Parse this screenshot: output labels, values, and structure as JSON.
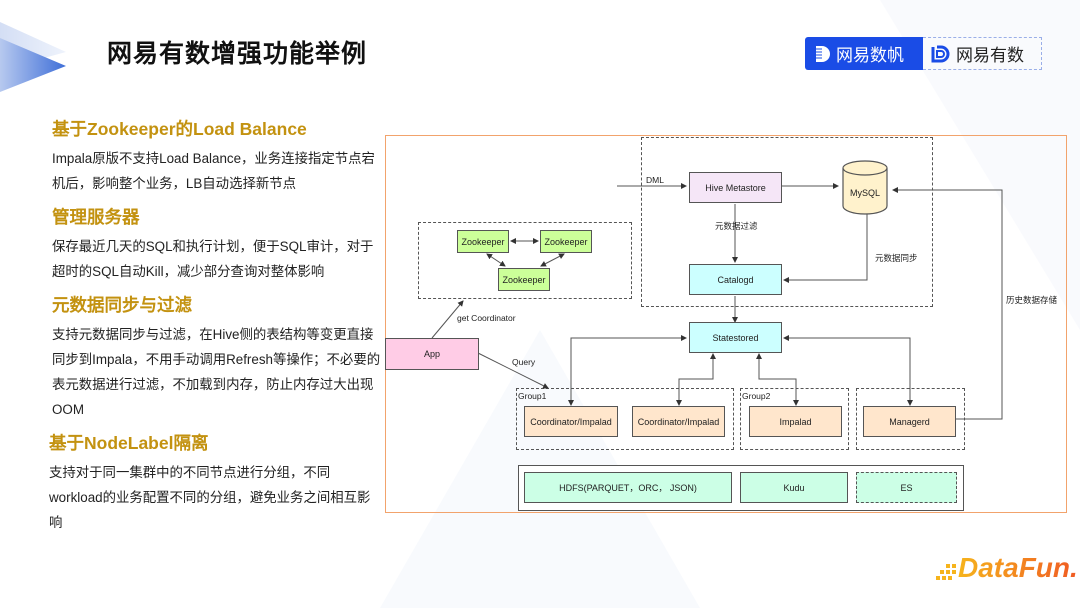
{
  "header": {
    "title": "网易有数增强功能举例",
    "brand_primary": "网易数帆",
    "brand_secondary": "网易有数"
  },
  "sections": [
    {
      "heading": "基于Zookeeper的Load Balance",
      "body": "Impala原版不支持Load Balance，业务连接指定节点宕机后，影响整个业务，LB自动选择新节点"
    },
    {
      "heading": "管理服务器",
      "body": "保存最近几天的SQL和执行计划，便于SQL审计，对于超时的SQL自动Kill，减少部分查询对整体影响"
    },
    {
      "heading": "元数据同步与过滤",
      "body": "支持元数据同步与过滤，在Hive侧的表结构等变更直接同步到Impala，不用手动调用Refresh等操作；不必要的表元数据进行过滤，不加载到内存，防止内存过大出现OOM"
    },
    {
      "heading": "基于NodeLabel隔离",
      "body": "支持对于同一集群中的不同节点进行分组，不同workload的业务配置不同的分组，避免业务之间相互影响"
    }
  ],
  "diagram": {
    "nodes": {
      "zk1": "Zookeeper",
      "zk2": "Zookeeper",
      "zk3": "Zookeeper",
      "app": "App",
      "hive": "Hive Metastore",
      "mysql": "MySQL",
      "catalogd": "Catalogd",
      "statestored": "Statestored",
      "coord1": "Coordinator/Impalad",
      "coord2": "Coordinator/Impalad",
      "impalad": "Impalad",
      "managerd": "Managerd",
      "hdfs": "HDFS(PARQUET，ORC， JSON)",
      "kudu": "Kudu",
      "es": "ES"
    },
    "labels": {
      "dml": "DML",
      "meta_filter": "元数据过滤",
      "meta_sync": "元数据同步",
      "history": "历史数据存储",
      "get_coord": "get Coordinator",
      "query": "Query",
      "group1": "Group1",
      "group2": "Group2"
    },
    "colors": {
      "zookeeper": "#ccff99",
      "app": "#ffcce6",
      "hive": "#f5e6f7",
      "mysql": "#fff2cc",
      "catalog": "#ccffff",
      "impala": "#ffe6cc",
      "storage": "#ccffe6",
      "frame": "#f2a36c"
    }
  },
  "footer": {
    "logo": "DataFun."
  }
}
